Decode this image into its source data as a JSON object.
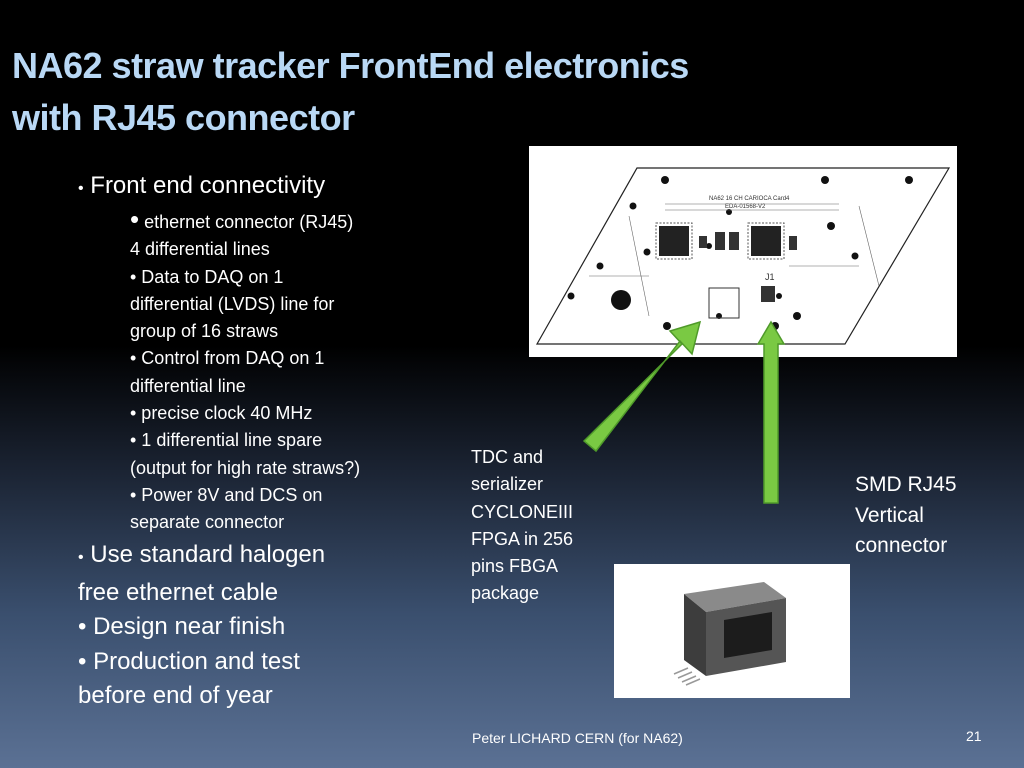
{
  "title": {
    "line1": "NA62 straw tracker FrontEnd electronics",
    "line2": "with RJ45 connector"
  },
  "bullets": {
    "b1": "Front end connectivity",
    "sub": [
      "ethernet connector (RJ45)",
      "4 differential lines",
      "• Data to DAQ on 1",
      "differential (LVDS) line for",
      "group of 16 straws",
      "• Control from DAQ on 1",
      "differential line",
      "• precise clock 40 MHz",
      "• 1 differential line spare",
      "(output for high rate straws?)",
      "• Power 8V and DCS on",
      "separate connector"
    ],
    "b2_line1": "Use standard halogen",
    "b2_line2": "free ethernet cable",
    "b3": "• Design near finish",
    "b4_line1": "• Production and test",
    "b4_line2": "before end of year"
  },
  "captions": {
    "tdc": [
      "TDC and",
      "serializer",
      "CYCLONEIII",
      "FPGA in 256",
      "pins FBGA",
      "package"
    ],
    "rj45": [
      "SMD RJ45",
      "Vertical",
      "connector"
    ]
  },
  "pcb": {
    "board_label": "NA62 16 CH CARIOCA Card4",
    "part_label": "EDA-01568-V2",
    "j1_label": "J1"
  },
  "footer": "Peter LICHARD CERN (for NA62)",
  "page_number": "21",
  "colors": {
    "title": "#b9d8f5",
    "arrow": "#7ac943",
    "arrow_edge": "#4f9a2a"
  }
}
